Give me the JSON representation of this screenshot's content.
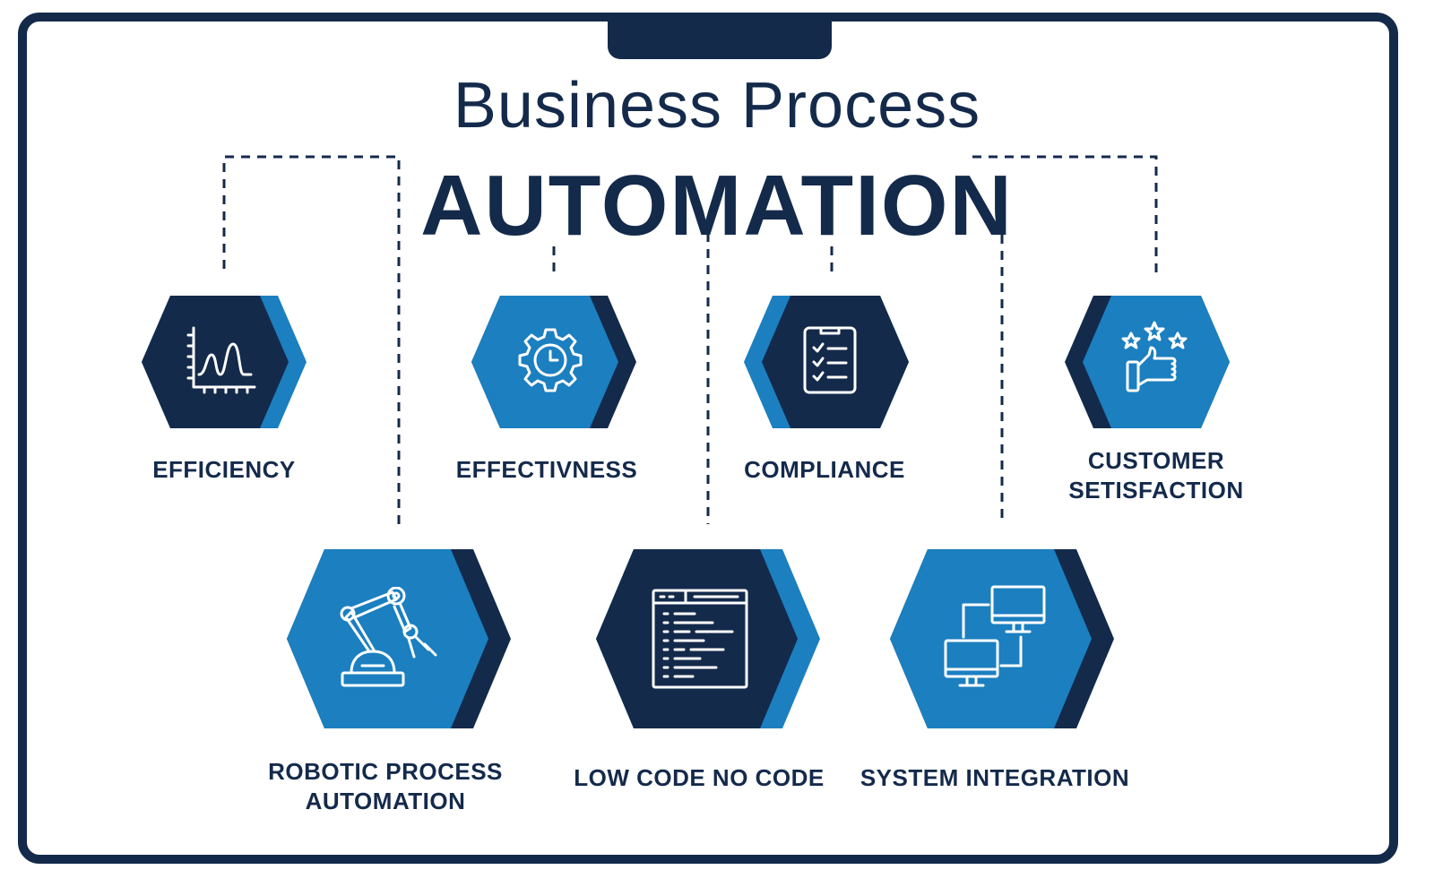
{
  "title": {
    "line1": "Business Process",
    "line2": "AUTOMATION"
  },
  "colors": {
    "navy": "#142a4b",
    "blue": "#1b7fc0",
    "white": "#ffffff"
  },
  "nodes": {
    "efficiency": {
      "label": "EFFICIENCY",
      "icon": "chart-icon",
      "fill": "navy",
      "accent": "blue"
    },
    "effectiveness": {
      "label": "EFFECTIVNESS",
      "icon": "gear-clock-icon",
      "fill": "blue",
      "accent": "navy"
    },
    "compliance": {
      "label": "COMPLIANCE",
      "icon": "checklist-icon",
      "fill": "navy",
      "accent": "blue"
    },
    "customer": {
      "label_line1": "CUSTOMER",
      "label_line2": "SETISFACTION",
      "icon": "thumbs-up-stars-icon",
      "fill": "blue",
      "accent": "navy"
    },
    "rpa": {
      "label_line1": "ROBOTIC PROCESS",
      "label_line2": "AUTOMATION",
      "icon": "robot-arm-icon",
      "fill": "blue",
      "accent": "navy"
    },
    "lowcode": {
      "label": "LOW CODE NO CODE",
      "icon": "code-window-icon",
      "fill": "navy",
      "accent": "blue"
    },
    "integration": {
      "label": "SYSTEM INTEGRATION",
      "icon": "network-computers-icon",
      "fill": "blue",
      "accent": "navy"
    }
  }
}
